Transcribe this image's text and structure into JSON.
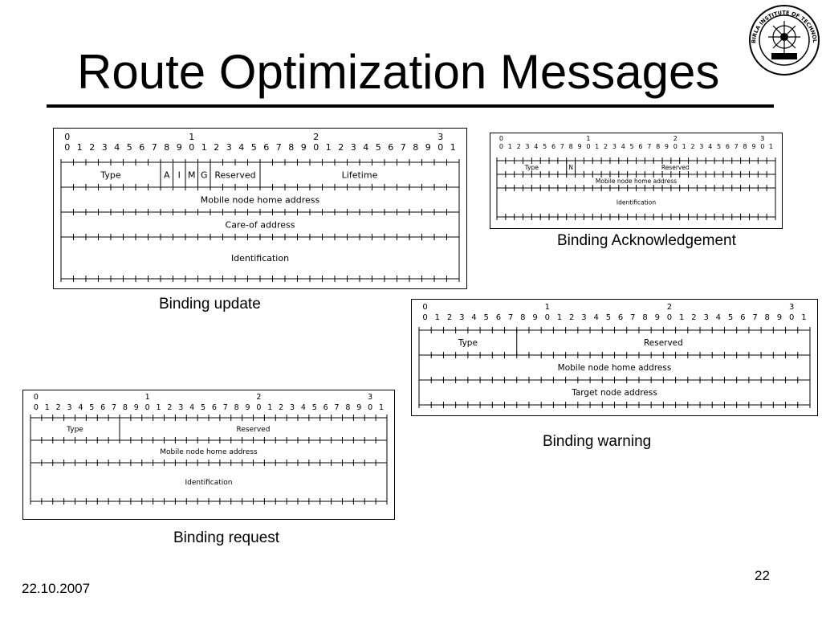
{
  "slide": {
    "title": "Route Optimization Messages",
    "date": "22.10.2007",
    "page_number": "22"
  },
  "logo": {
    "icon": "institute-seal-icon",
    "label": "BIRLA INSTITUTE OF TECHNOLOGY & SCIENCE, PILANI"
  },
  "packets": [
    {
      "id": "binding-update",
      "caption": "Binding update",
      "rows": [
        {
          "fields": [
            {
              "bits": 8,
              "label": "Type"
            },
            {
              "bits": 1,
              "label": "A"
            },
            {
              "bits": 1,
              "label": "I"
            },
            {
              "bits": 1,
              "label": "M"
            },
            {
              "bits": 1,
              "label": "G"
            },
            {
              "bits": 4,
              "label": "Reserved"
            },
            {
              "bits": 16,
              "label": "Lifetime"
            }
          ]
        },
        {
          "fields": [
            {
              "bits": 32,
              "label": "Mobile node home address"
            }
          ]
        },
        {
          "fields": [
            {
              "bits": 32,
              "label": "Care-of address"
            }
          ]
        },
        {
          "tall": true,
          "fields": [
            {
              "bits": 32,
              "label": "Identification"
            }
          ]
        }
      ]
    },
    {
      "id": "binding-acknowledgement",
      "caption": "Binding Acknowledgement",
      "rows": [
        {
          "fields": [
            {
              "bits": 8,
              "label": "Type"
            },
            {
              "bits": 1,
              "label": "N"
            },
            {
              "bits": 23,
              "label": "Reserved"
            }
          ]
        },
        {
          "fields": [
            {
              "bits": 32,
              "label": "Mobile node home address"
            }
          ]
        },
        {
          "tall": true,
          "fields": [
            {
              "bits": 32,
              "label": "Identification"
            }
          ]
        }
      ]
    },
    {
      "id": "binding-warning",
      "caption": "Binding warning",
      "rows": [
        {
          "fields": [
            {
              "bits": 8,
              "label": "Type"
            },
            {
              "bits": 24,
              "label": "Reserved"
            }
          ]
        },
        {
          "fields": [
            {
              "bits": 32,
              "label": "Mobile node home address"
            }
          ]
        },
        {
          "fields": [
            {
              "bits": 32,
              "label": "Target node address"
            }
          ]
        }
      ]
    },
    {
      "id": "binding-request",
      "caption": "Binding request",
      "rows": [
        {
          "fields": [
            {
              "bits": 8,
              "label": "Type"
            },
            {
              "bits": 24,
              "label": "Reserved"
            }
          ]
        },
        {
          "fields": [
            {
              "bits": 32,
              "label": "Mobile node home address"
            }
          ]
        },
        {
          "tall": true,
          "fields": [
            {
              "bits": 32,
              "label": "Identification"
            }
          ]
        }
      ]
    }
  ],
  "bit_ruler": {
    "tens": [
      "0",
      "1",
      "2",
      "3"
    ],
    "units": [
      "0",
      "1",
      "2",
      "3",
      "4",
      "5",
      "6",
      "7",
      "8",
      "9",
      "0",
      "1",
      "2",
      "3",
      "4",
      "5",
      "6",
      "7",
      "8",
      "9",
      "0",
      "1",
      "2",
      "3",
      "4",
      "5",
      "6",
      "7",
      "8",
      "9",
      "0",
      "1"
    ]
  }
}
